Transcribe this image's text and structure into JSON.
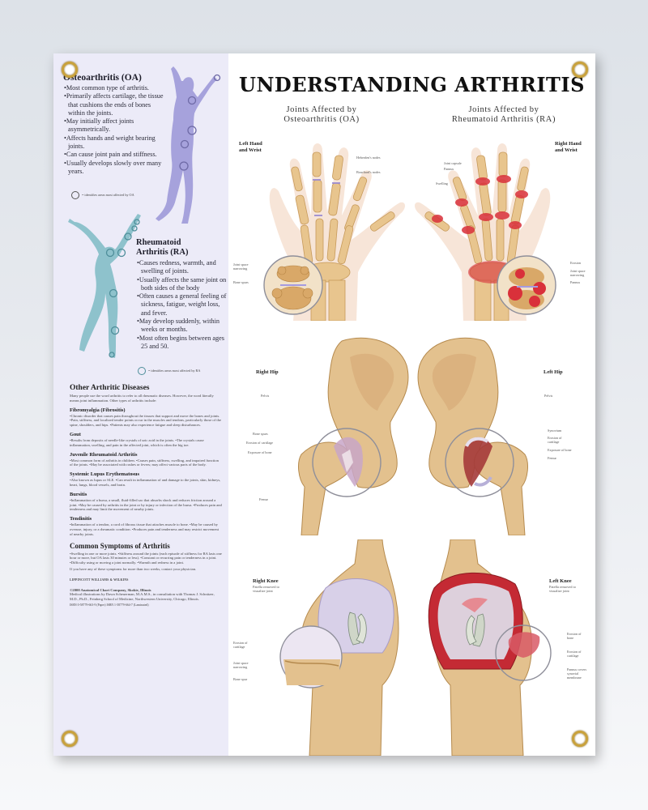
{
  "poster": {
    "title": "UNDERSTANDING ARTHRITIS",
    "colors": {
      "sidebar_bg": "#ecebf8",
      "oa_figure": "#a6a2dc",
      "ra_figure": "#8ec2cc",
      "bone": "#e3c18e",
      "ra_inflammation": "#d9303a",
      "grommet": "#c9a23c"
    }
  },
  "sidebar": {
    "oa": {
      "title": "Osteoarthritis (OA)",
      "bullets": [
        "•Most common type of arthritis.",
        "•Primarily affects cartilage, the tissue that cushions the ends of bones within the joints.",
        "•May initially affect joints asymmetrically.",
        "•Affects hands and weight bearing joints.",
        "•Can cause joint pain and stiffness.",
        "•Usually develops slowly over many years."
      ],
      "legend": "= identifies areas most affected by OA"
    },
    "ra": {
      "title_line1": "Rheumatoid",
      "title_line2": "Arthritis (RA)",
      "bullets": [
        "•Causes redness, warmth, and swelling of joints.",
        "•Usually affects the same joint on both sides of the body",
        "•Often causes a general feeling of sickness, fatigue, weight loss, and fever.",
        "•May develop suddenly, within weeks or months.",
        "•Most often begins between ages 25 and 50."
      ],
      "legend": "= identifies areas most affected by RA"
    },
    "other": {
      "title": "Other Arthritic Diseases",
      "intro": "Many people use the word arthritis to refer to all rheumatic diseases. However, the word literally means joint inflammation. Other types of arthritis include:",
      "diseases": [
        {
          "name": "Fibromyalgia (Fibrositis)",
          "text": "•Chronic disorder that causes pain throughout the tissues that support and move the bones and joints. •Pain, stiffness, and localized tender points occur in the muscles and tendons, particularly those of the spine, shoulders, and hips. •Patients may also experience fatigue and sleep disturbances."
        },
        {
          "name": "Gout",
          "text": "•Results from deposits of needle-like crystals of uric acid in the joints. •The crystals cause inflammation, swelling, and pain in the affected joint, which is often the big toe."
        },
        {
          "name": "Juvenile Rheumatoid Arthritis",
          "text": "•Most common form of arthritis in children. •Causes pain, stiffness, swelling, and impaired function of the joints. •May be associated with rashes or fevers; may affect various parts of the body."
        },
        {
          "name": "Systemic Lupus Erythematosus",
          "text": "•Also known as lupus or SLE. •Can result in inflammation of and damage to the joints, skin, kidneys, heart, lungs, blood vessels, and brain."
        },
        {
          "name": "Bursitis",
          "text": "•Inflammation of a bursa, a small, fluid-filled sac that absorbs shock and reduces friction around a joint. •May be caused by arthritis in the joint or by injury or infection of the bursa. •Produces pain and tenderness and may limit the movement of nearby joints."
        },
        {
          "name": "Tendinitis",
          "text": "•Inflammation of a tendon, a cord of fibrous tissue that attaches muscle to bone. •May be caused by overuse, injury, or a rheumatic condition. •Produces pain and tenderness and may restrict movement of nearby joints."
        }
      ]
    },
    "symptoms": {
      "title": "Common Symptoms of Arthritis",
      "text": "•Swelling in one or more joints. •Stiffness around the joints (each episode of stiffness for RA lasts one hour or more, but OA lasts 30 minutes or less). •Constant or recurring pain or tenderness in a joint. •Difficulty using or moving a joint normally. •Warmth and redness in a joint.",
      "advice": "If you have any of these symptoms for more than two weeks, contact your physician."
    },
    "footer": {
      "publisher": "LIPPINCOTT WILLIAMS & WILKINS",
      "copyright": "©2000 Anatomical Chart Company, Skokie, Illinois",
      "credits": "Medical illustrations by Dawn Scheuerman, M.A.M.S., in consultation with Thomas J. Schnitzer, M.D., Ph.D., Feinberg School of Medicine, Northwestern University, Chicago, Illinois.",
      "isbn": "ISBN 0-58779-663-9 (Paper)  ISBN 1-58779-664-7 (Laminated)"
    }
  },
  "main": {
    "col_left_head_1": "Joints Affected by",
    "col_left_head_2": "Osteoarthritis (OA)",
    "col_right_head_1": "Joints Affected by",
    "col_right_head_2": "Rheumatoid Arthritis (RA)",
    "panels": {
      "left_hand": {
        "label_1": "Left Hand",
        "label_2": "and Wrist",
        "callouts": [
          "Heberden's nodes",
          "Bouchard's nodes",
          "Joint space narrowing",
          "Bone spurs"
        ]
      },
      "right_hand": {
        "label_1": "Right Hand",
        "label_2": "and Wrist",
        "callouts": [
          "Joint capsule",
          "Pannus",
          "Swelling",
          "Erosion",
          "Joint space narrowing",
          "Pannus"
        ]
      },
      "right_hip": {
        "label": "Right Hip",
        "callouts": [
          "Pelvis",
          "Bone spurs",
          "Erosion of cartilage",
          "Exposure of bone",
          "Femur"
        ]
      },
      "left_hip": {
        "label": "Left Hip",
        "callouts": [
          "Pelvis",
          "Synovium",
          "Erosion of cartilage",
          "Exposure of bone",
          "Femur"
        ]
      },
      "right_knee": {
        "label": "Right Knee",
        "sub_1": "Patella removed to",
        "sub_2": "visualize joint",
        "callouts": [
          "Erosion of cartilage",
          "Joint space narrowing",
          "Bone spur"
        ]
      },
      "left_knee": {
        "label": "Left Knee",
        "sub_1": "Patella removed to",
        "sub_2": "visualize joint",
        "callouts": [
          "Erosion of bone",
          "Erosion of cartilage",
          "Pannus covers synovial membrane"
        ]
      }
    }
  }
}
